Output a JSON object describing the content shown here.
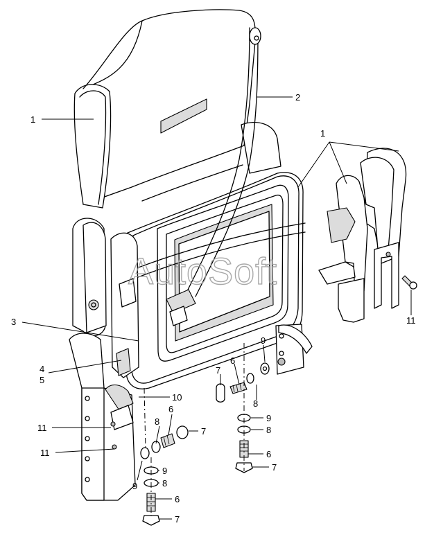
{
  "watermark": "AutoSoft",
  "callouts": {
    "c1a": "1",
    "c1b": "1",
    "c2": "2",
    "c3": "3",
    "c4": "4",
    "c5": "5",
    "c6a": "6",
    "c6b": "6",
    "c6c": "6",
    "c6d": "6",
    "c7a": "7",
    "c7b": "7",
    "c7c": "7",
    "c7d": "7",
    "c8a": "8",
    "c8b": "8",
    "c8c": "8",
    "c8d": "8",
    "c9a": "9",
    "c9b": "9",
    "c9c": "9",
    "c9d": "9",
    "c10": "10",
    "c11a": "11",
    "c11b": "11",
    "c11c": "11"
  }
}
